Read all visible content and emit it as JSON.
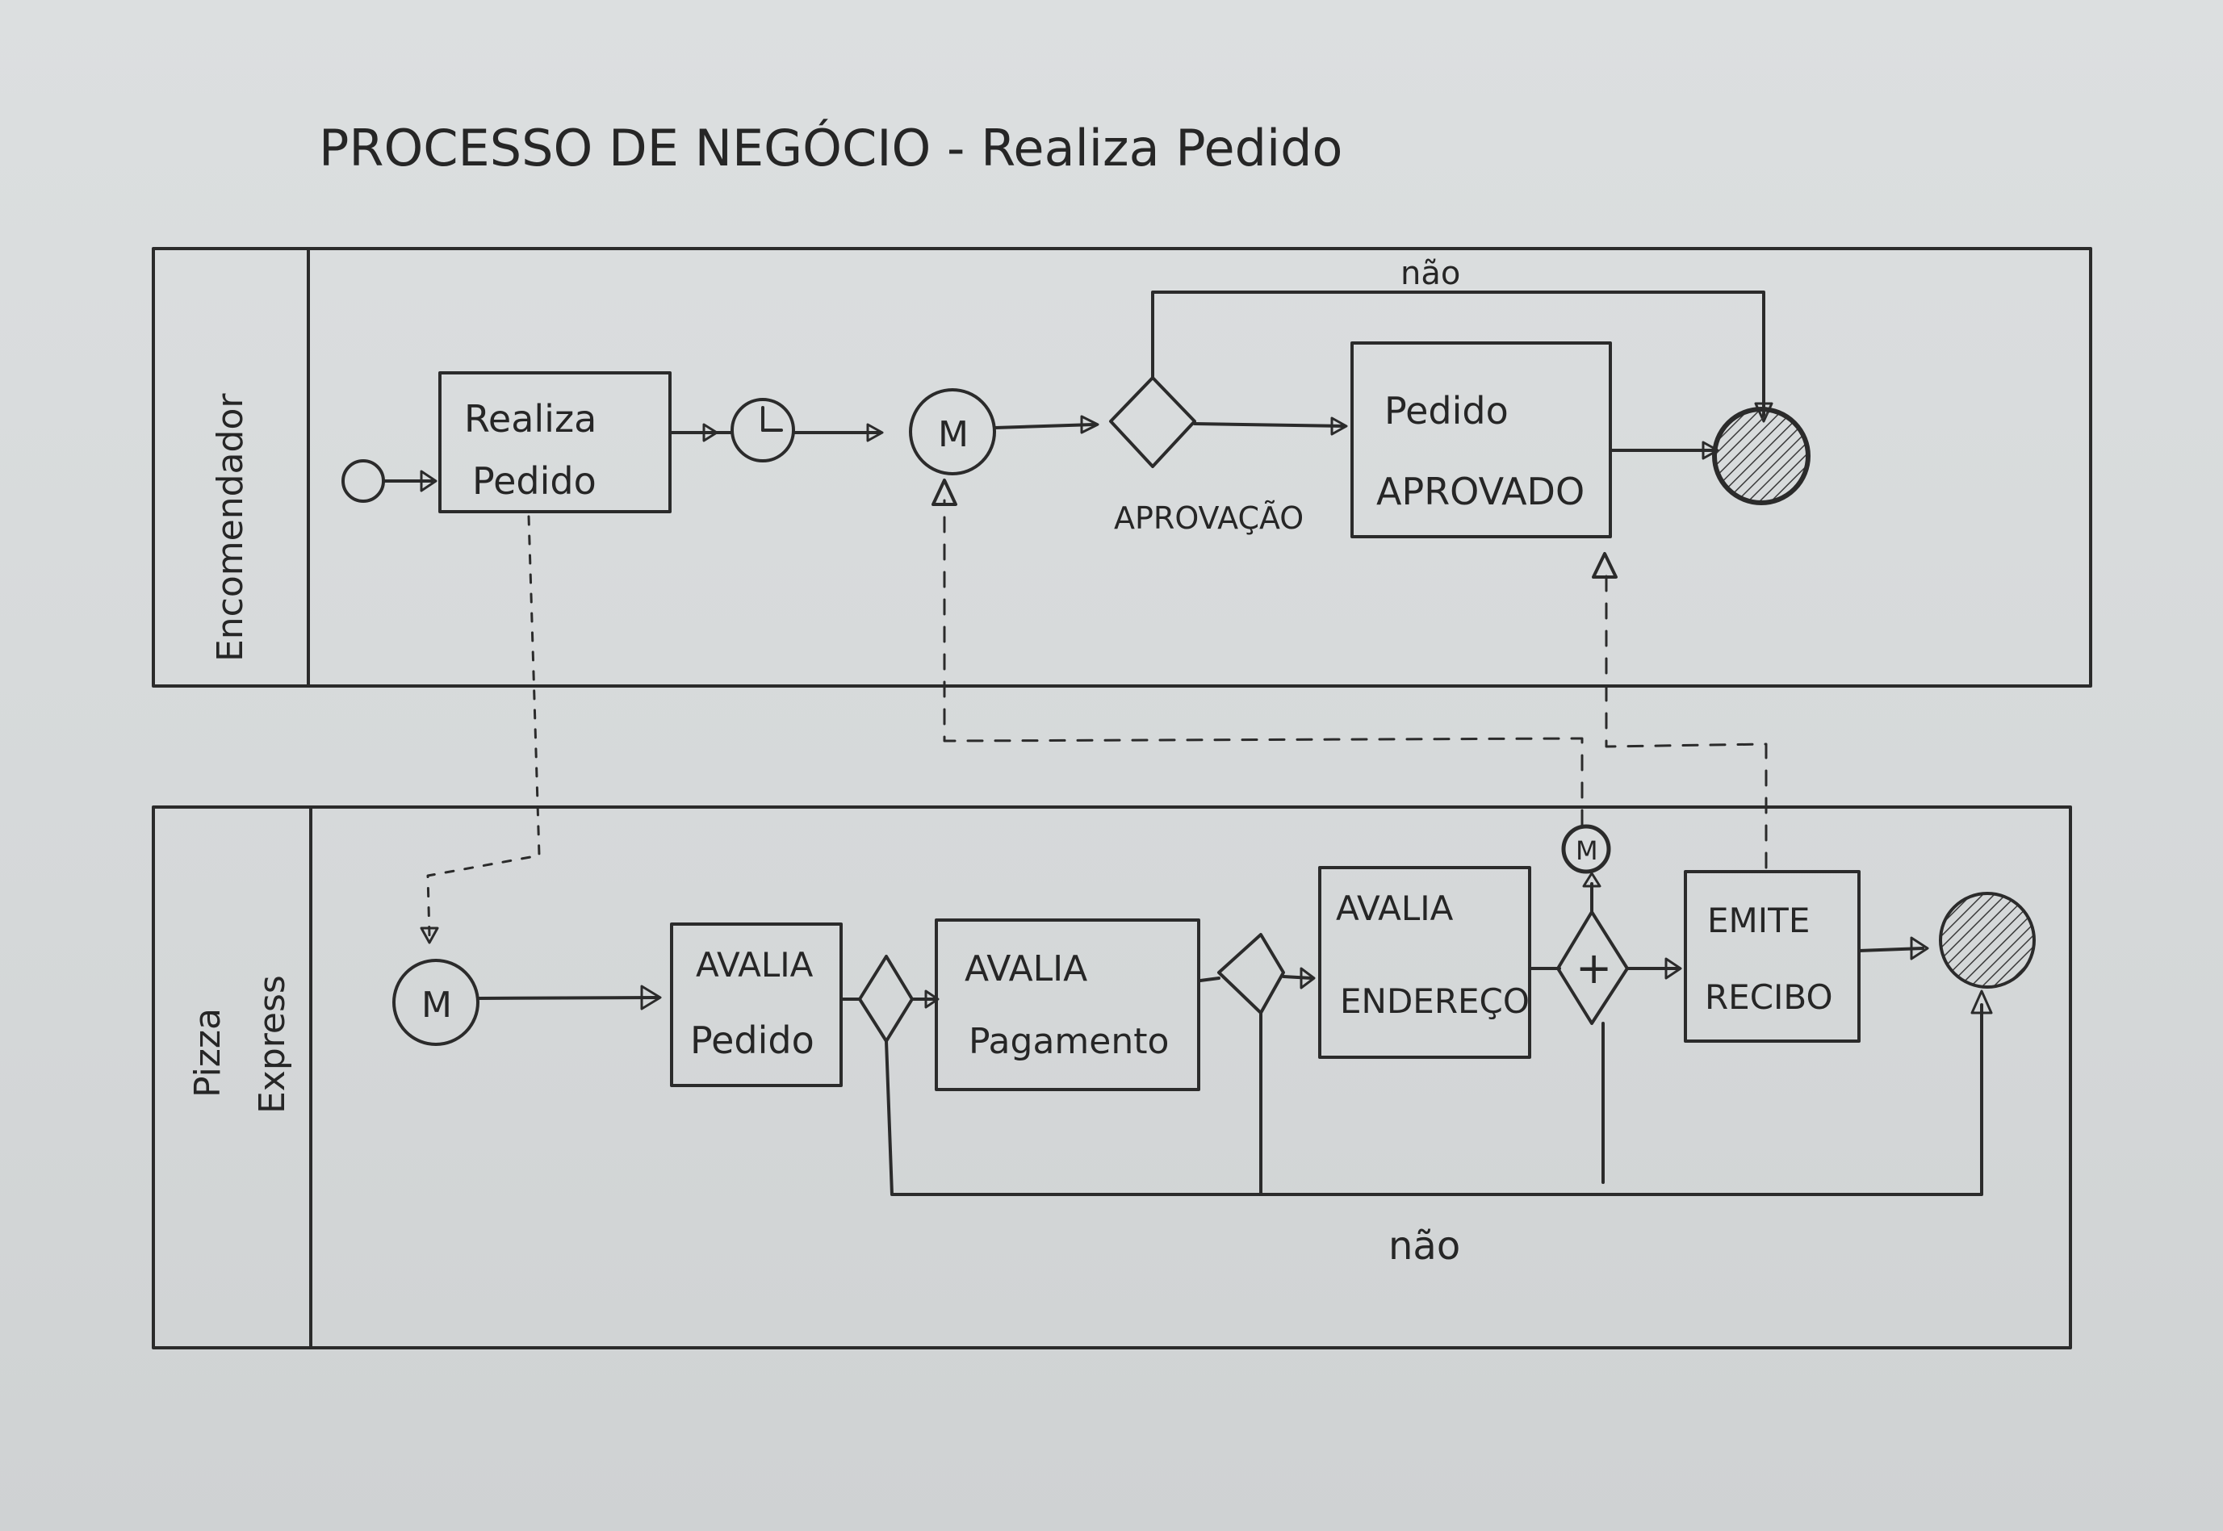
{
  "title": "PROCESSO DE NEGÓCIO - Realiza Pedido",
  "pools": [
    {
      "name": "Encomendador"
    },
    {
      "name_line1": "Pizza",
      "name_line2": "Express"
    }
  ],
  "encomendador": {
    "task_realiza_pedido": {
      "line1": "Realiza",
      "line2": "Pedido"
    },
    "task_pedido_aprovado": {
      "line1": "Pedido",
      "line2": "APROVADO"
    },
    "gateway_label": "APROVAÇÃO",
    "loop_label": "não",
    "message_event_symbol": "M"
  },
  "pizza_express": {
    "start_message_symbol": "M",
    "task_avalia_pedido": {
      "line1": "AVALIA",
      "line2": "Pedido"
    },
    "task_avalia_pagamento": {
      "line1": "AVALIA",
      "line2": "Pagamento"
    },
    "task_avalia_endereco": {
      "line1": "AVALIA",
      "line2": "ENDEREÇO"
    },
    "task_emite_recibo": {
      "line1": "EMITE",
      "line2": "RECIBO"
    },
    "parallel_symbol": "+",
    "message_event_symbol": "M",
    "reject_label": "não"
  }
}
